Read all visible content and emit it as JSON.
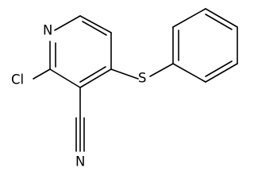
{
  "molecule": {
    "atoms": {
      "pyridine_n": "N",
      "chloro": "Cl",
      "sulfur": "S",
      "nitrile_n": "N"
    }
  }
}
